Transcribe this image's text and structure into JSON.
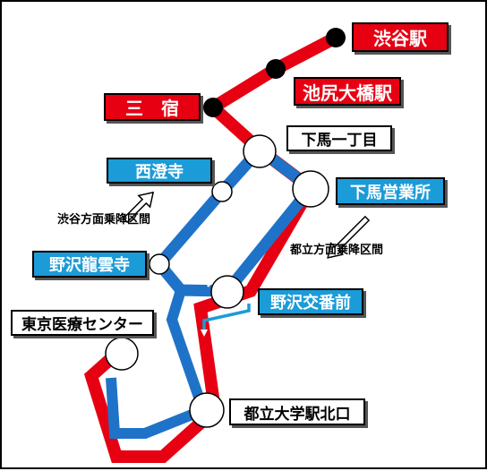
{
  "map": {
    "colors": {
      "red_route": "#e60012",
      "blue_route": "#1e73c8",
      "red_label_bg": "#e60012",
      "blue_label_bg": "#1b9bd7",
      "stop_dot": "#000000"
    },
    "stops": {
      "shibuya": "渋谷駅",
      "ikejiri": "池尻大橋駅",
      "sanshuku": "三　宿",
      "shimouma1": "下馬一丁目",
      "saichoji": "西澄寺",
      "shimouma_office": "下馬営業所",
      "nozawa_ryuunji": "野沢龍雲寺",
      "nozawa_koban": "野沢交番前",
      "tokyo_medical": "東京医療センター",
      "toritsu_daigaku": "都立大学駅北口"
    },
    "notes": {
      "to_shibuya": "渋谷方面乗降区間",
      "to_toritsu": "都立方面乗降区間"
    }
  }
}
